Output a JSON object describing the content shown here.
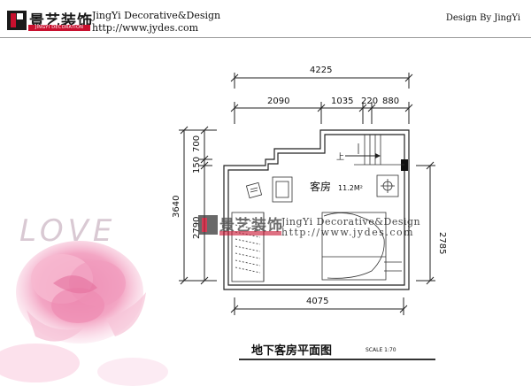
{
  "header": {
    "logo_cn": "景艺装饰",
    "logo_en": "JINGYI DECORATION",
    "company": "JingYi Decorative&Design",
    "url": "http://www.jydes.com",
    "design_by": "Design By JingYi"
  },
  "plan": {
    "title": "地下客房平面图",
    "scale": "SCALE 1:70",
    "room_name": "客房",
    "room_area": "11.2M²",
    "stair_mark": "上"
  },
  "dimensions": {
    "top_total": "4225",
    "top_seg_1": "2090",
    "top_seg_2": "1035",
    "top_seg_3": "220",
    "top_seg_4": "880",
    "left_total": "3640",
    "left_seg_1": "700",
    "left_seg_2": "150",
    "left_seg_3": "2790",
    "right_total": "2785",
    "bottom_total": "4075"
  },
  "watermark": {
    "logo_cn": "景艺装饰",
    "company": "JingYi Decorative&Design",
    "url": "http://www.jydes.com",
    "love_text": "LOVE"
  },
  "colors": {
    "brand_red": "#c8102e",
    "rose_pink": "#f3a6c4",
    "line": "#222222"
  }
}
